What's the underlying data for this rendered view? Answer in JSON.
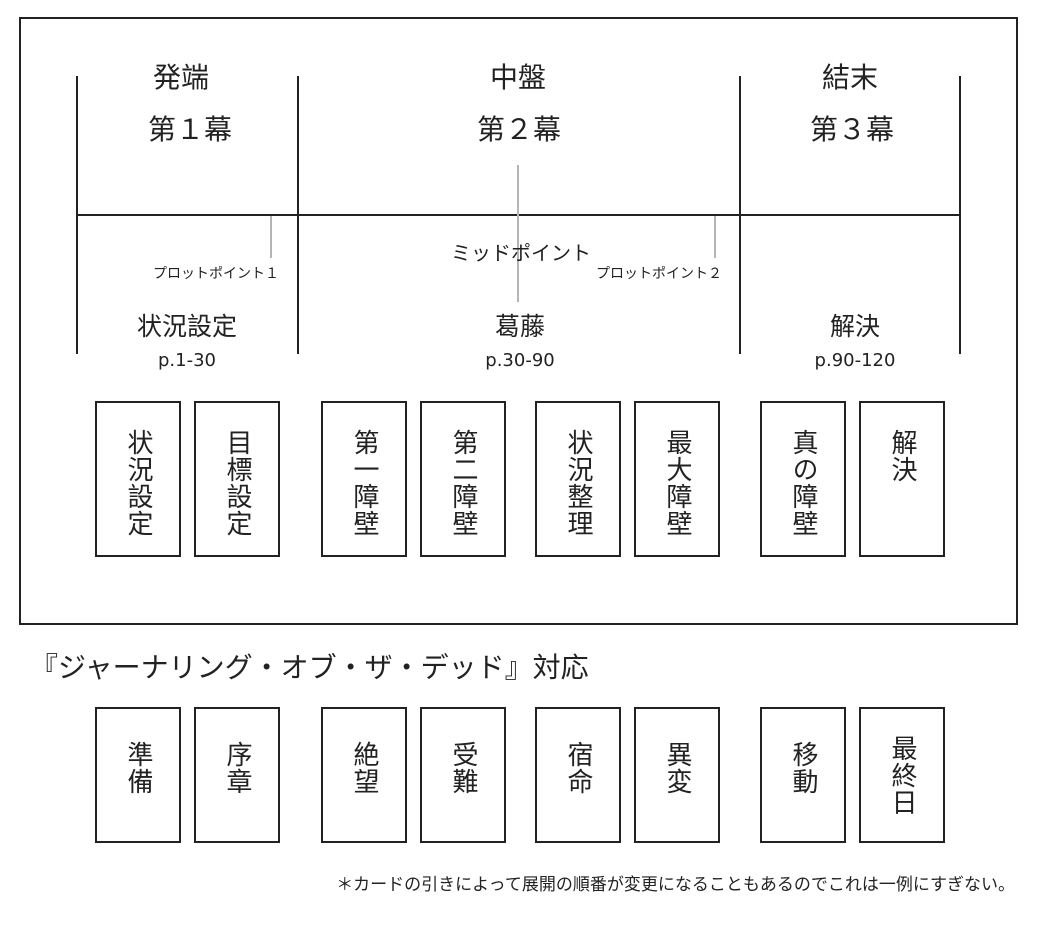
{
  "acts": [
    {
      "name": "発端",
      "number": "第１幕",
      "phase": "状況設定",
      "pages": "p.1-30"
    },
    {
      "name": "中盤",
      "number": "第２幕",
      "phase": "葛藤",
      "pages": "p.30-90"
    },
    {
      "name": "結末",
      "number": "第３幕",
      "phase": "解決",
      "pages": "p.90-120"
    }
  ],
  "plot_points": {
    "pp1": "プロットポイント１",
    "midpoint": "ミッドポイント",
    "pp2": "プロットポイント２"
  },
  "structure_cards": [
    "状況設定",
    "目標設定",
    "第一障壁",
    "第二障壁",
    "状況整理",
    "最大障壁",
    "真の障壁",
    "解決"
  ],
  "journaling_title": "『ジャーナリング・オブ・ザ・デッド』対応",
  "journaling_cards": [
    "準備",
    "序章",
    "絶望",
    "受難",
    "宿命",
    "異変",
    "移動",
    "最終日"
  ],
  "footnote": "＊カードの引きによって展開の順番が変更になることもあるのでこれは一例にすぎない。"
}
